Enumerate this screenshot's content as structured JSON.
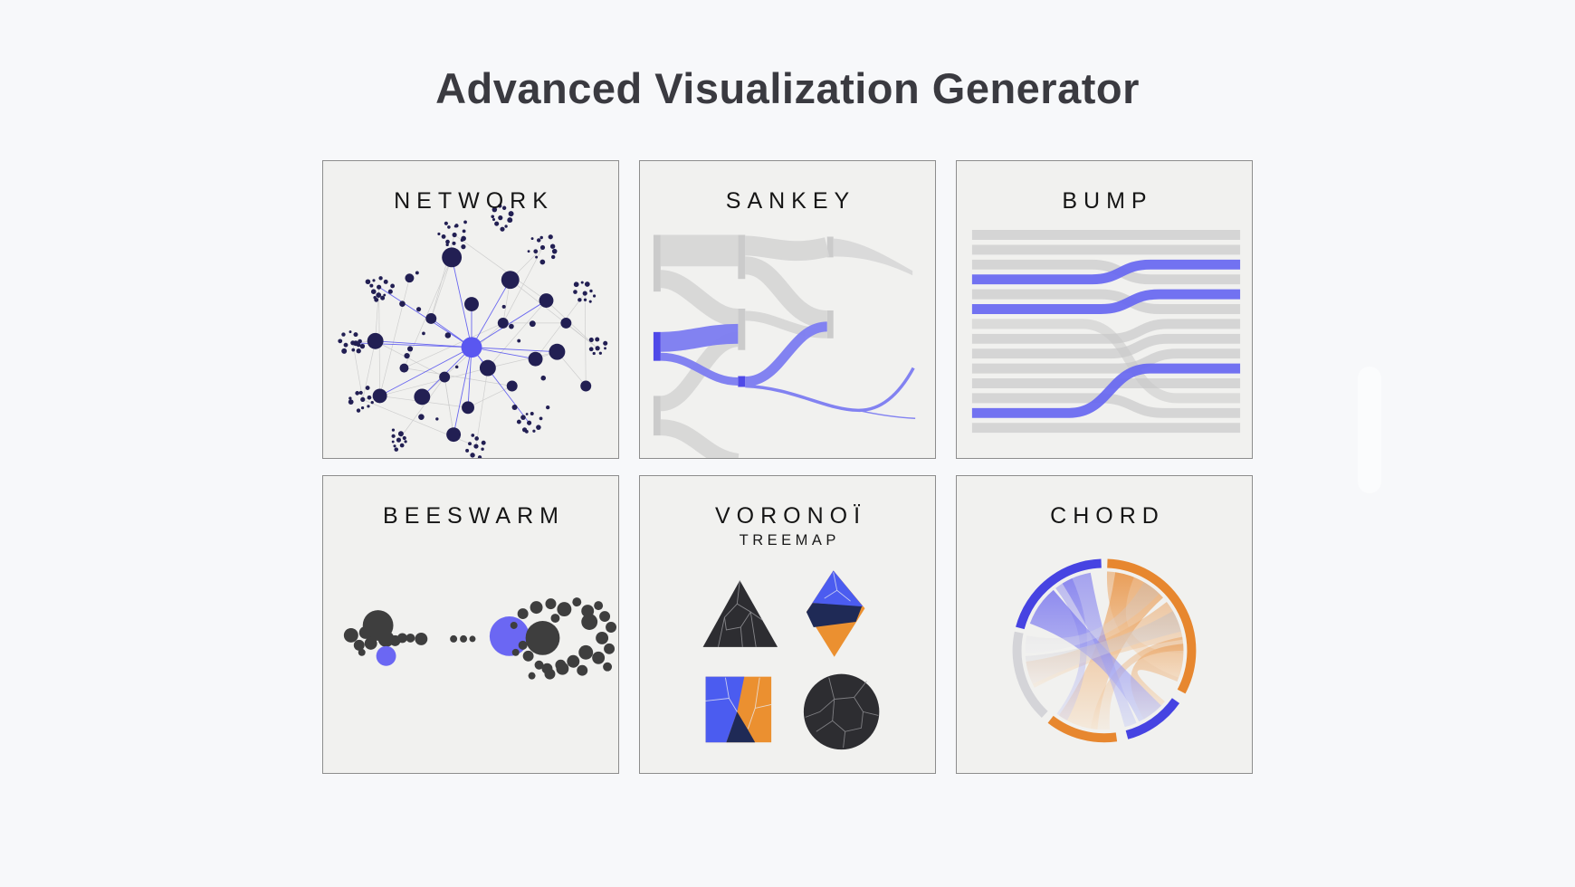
{
  "page": {
    "title": "Advanced Visualization Generator",
    "background": "#f7f8fa"
  },
  "colors": {
    "card_bg": "#f1f1ef",
    "card_border": "#8d8d8d",
    "title_ink": "#3a3a40",
    "label_ink": "#151515",
    "accent_blue": "#5a57f0",
    "flow_blue": "#7d7df2",
    "flow_gray": "#d6d6d6",
    "bump_gray": "#d2d2d2",
    "bump_blue": "#6a6af0",
    "node_navy": "#221f53",
    "swarm_dark": "#3e3e3e",
    "swarm_blue": "#6b67f3",
    "charcoal": "#2d2d31",
    "orange": "#eb9030",
    "cell_navy": "#1f2a56",
    "chord_blue": "#4643e2",
    "chord_orange": "#e7872f",
    "chord_gray": "#d4d4d8"
  },
  "cards": [
    {
      "id": "network",
      "label": "NETWORK"
    },
    {
      "id": "sankey",
      "label": "SANKEY"
    },
    {
      "id": "bump",
      "label": "BUMP"
    },
    {
      "id": "beeswarm",
      "label": "BEESWARM"
    },
    {
      "id": "voronoi",
      "label": "VORONOÏ",
      "sublabel": "TREEMAP"
    },
    {
      "id": "chord",
      "label": "CHORD"
    }
  ]
}
